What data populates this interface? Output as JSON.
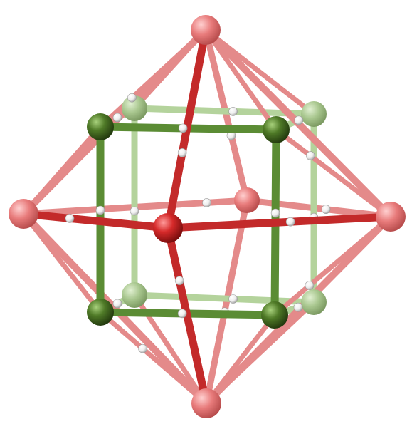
{
  "colors": {
    "background": "#ffffff",
    "red_atom_front": "#d62a2a",
    "red_atom_back": "#e87b7b",
    "red_bond_front": "#c32a2a",
    "red_bond_back": "#e48a8a",
    "green_atom_front": "#4f7a27",
    "green_atom_back": "#a9c78f",
    "green_bond_front": "#5b8c34",
    "green_bond_back": "#b4d39c",
    "h_atom": "#f2f2f2"
  },
  "icons": {
    "red_atom": "red-sphere",
    "green_atom": "green-sphere",
    "h_atom": "white-sphere"
  }
}
